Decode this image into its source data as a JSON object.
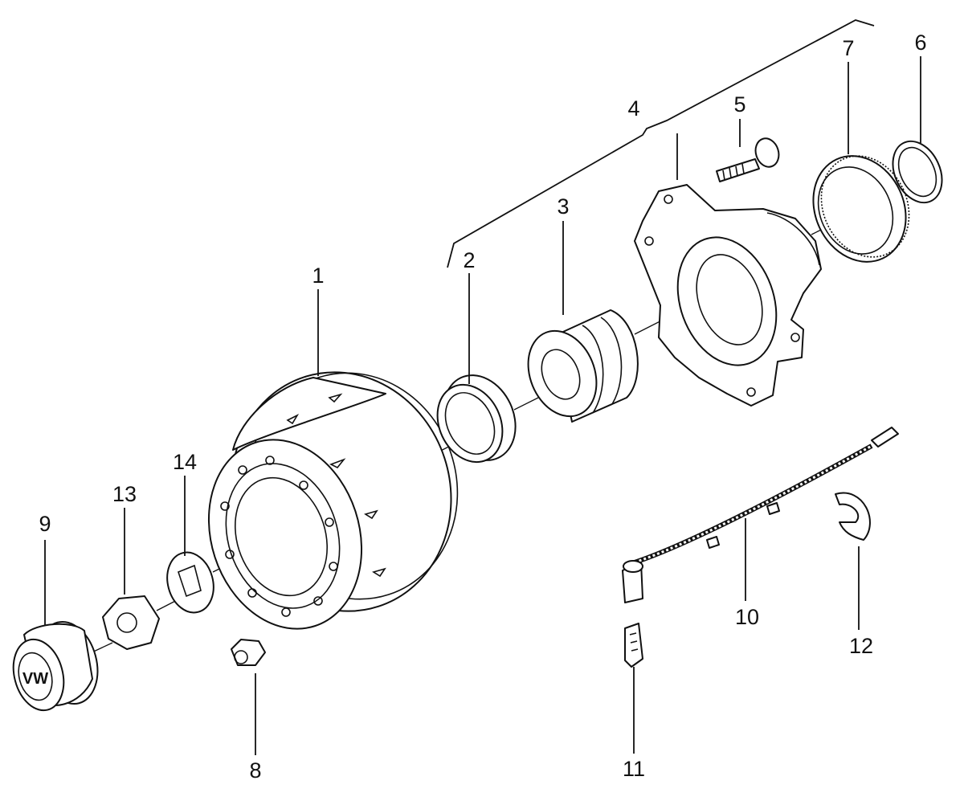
{
  "diagram": {
    "callouts": [
      "1",
      "2",
      "3",
      "4",
      "5",
      "6",
      "7",
      "8",
      "9",
      "10",
      "11",
      "12",
      "13",
      "14"
    ],
    "parts": {
      "cap": {
        "emblem": "VW"
      }
    },
    "colors": {
      "line": "#111111",
      "background": "#ffffff"
    }
  }
}
